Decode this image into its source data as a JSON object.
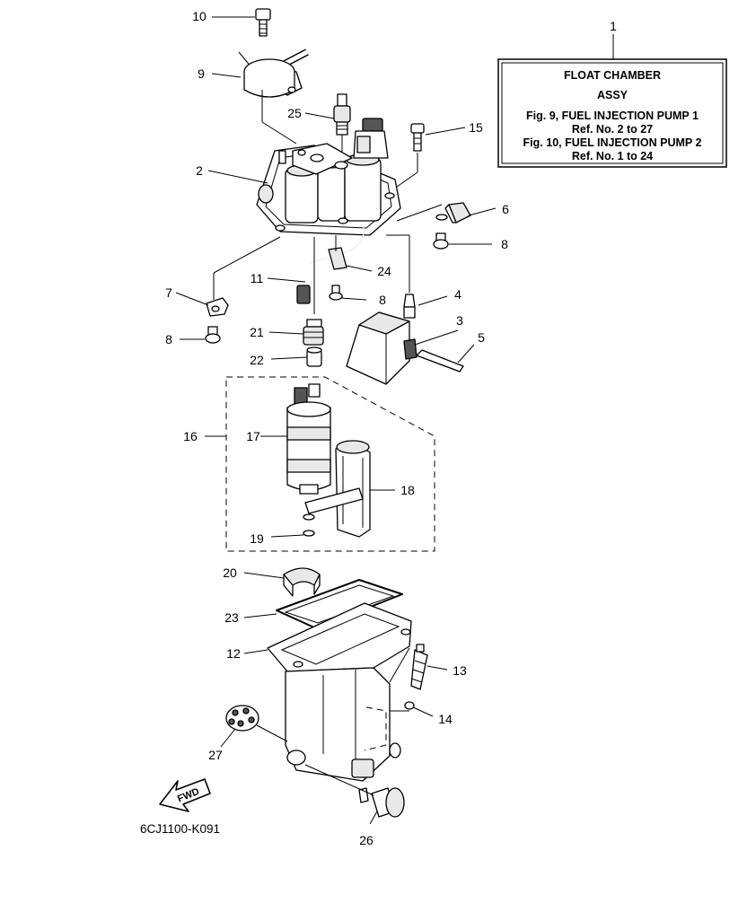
{
  "title_box": {
    "number": "1",
    "lines": [
      "FLOAT CHAMBER",
      "ASSY",
      "Fig. 9, FUEL INJECTION PUMP 1",
      "Ref. No. 2 to 27",
      "Fig. 10, FUEL INJECTION PUMP 2",
      "Ref. No. 1 to 24"
    ]
  },
  "callouts": {
    "c10": "10",
    "c9": "9",
    "c25": "25",
    "c15": "15",
    "c2": "2",
    "c6": "6",
    "c8a": "8",
    "c11": "11",
    "c24": "24",
    "c7": "7",
    "c8b": "8",
    "c4": "4",
    "c8c": "8",
    "c3": "3",
    "c21": "21",
    "c5": "5",
    "c22": "22",
    "c16": "16",
    "c17": "17",
    "c18": "18",
    "c19": "19",
    "c20": "20",
    "c23": "23",
    "c12": "12",
    "c13": "13",
    "c14": "14",
    "c27": "27",
    "c26": "26"
  },
  "fwd_label": "FWD",
  "drawing_code": "6CJ1100-K091"
}
